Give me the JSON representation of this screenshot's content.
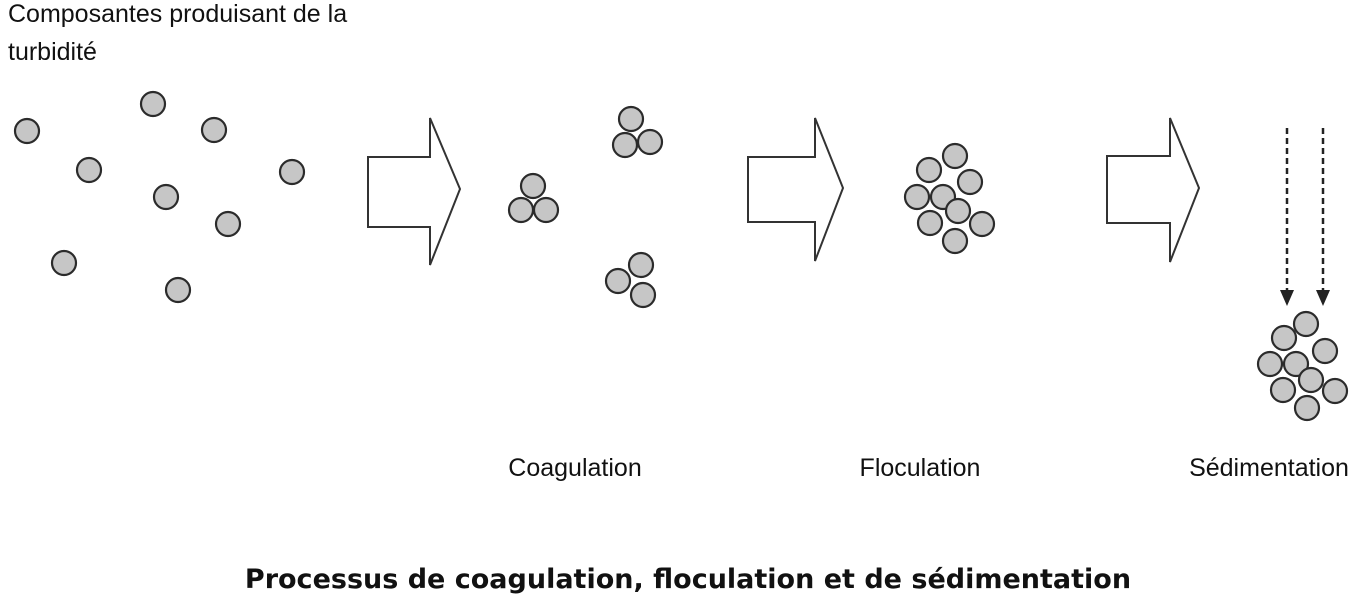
{
  "labels": {
    "top_line1": "Composantes produisant de la",
    "top_line2": "turbidité",
    "stage_coagulation": "Coagulation",
    "stage_floculation": "Floculation",
    "stage_sedimentation": "Sédimentation",
    "caption": "Processus de coagulation, floculation et de sédimentation"
  },
  "colors": {
    "particle_fill": "#c6c6c6",
    "particle_stroke": "#2b2b2b",
    "arrow_stroke": "#333333"
  },
  "icons": [
    "process-arrow-icon",
    "falling-arrow-icon"
  ]
}
